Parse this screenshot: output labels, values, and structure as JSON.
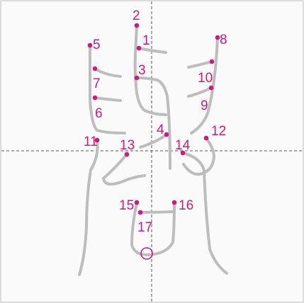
{
  "colors": {
    "background": "#f9faf9",
    "frame": "#d2d2d2",
    "guide": "#555555",
    "stroke": "#bdbdbd",
    "accent": "#cf1a7d"
  },
  "stroke_labels": [
    {
      "n": "1"
    },
    {
      "n": "2"
    },
    {
      "n": "3"
    },
    {
      "n": "4"
    },
    {
      "n": "5"
    },
    {
      "n": "6"
    },
    {
      "n": "7"
    },
    {
      "n": "8"
    },
    {
      "n": "9"
    },
    {
      "n": "10"
    },
    {
      "n": "11"
    },
    {
      "n": "12"
    },
    {
      "n": "13"
    },
    {
      "n": "14"
    },
    {
      "n": "15"
    },
    {
      "n": "16"
    },
    {
      "n": "17"
    }
  ]
}
